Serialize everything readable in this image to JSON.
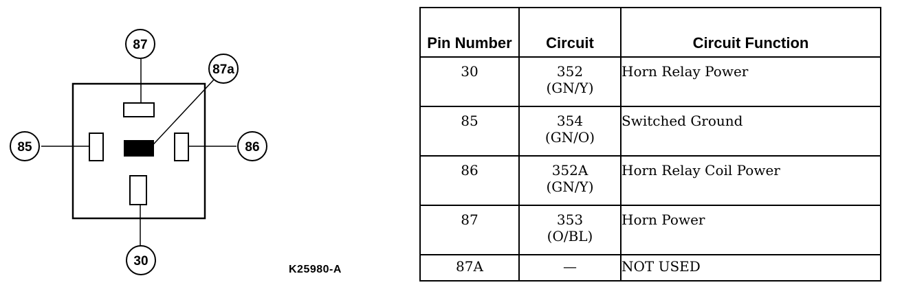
{
  "diagram": {
    "pins": [
      {
        "id": "87",
        "label": "87"
      },
      {
        "id": "87a",
        "label": "87a"
      },
      {
        "id": "85",
        "label": "85"
      },
      {
        "id": "86",
        "label": "86"
      },
      {
        "id": "30",
        "label": "30"
      }
    ],
    "figure_code": "K25980-A"
  },
  "table": {
    "headers": {
      "pin_number": "Pin Number",
      "circuit": "Circuit",
      "circuit_function": "Circuit Function"
    },
    "rows": [
      {
        "pin": "30",
        "circuit": "352",
        "color": "(GN/Y)",
        "function": "Horn Relay Power"
      },
      {
        "pin": "85",
        "circuit": "354",
        "color": "(GN/O)",
        "function": "Switched Ground"
      },
      {
        "pin": "86",
        "circuit": "352A",
        "color": "(GN/Y)",
        "function": "Horn Relay Coil Power"
      },
      {
        "pin": "87",
        "circuit": "353",
        "color": "(O/BL)",
        "function": "Horn Power"
      },
      {
        "pin": "87A",
        "circuit": "—",
        "color": "",
        "function": "NOT USED"
      }
    ]
  }
}
